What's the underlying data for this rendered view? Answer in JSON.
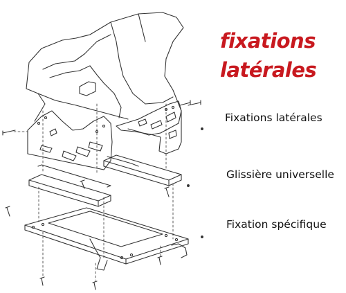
{
  "title": {
    "line1": "fixations",
    "line2": "latérales"
  },
  "labels": [
    "Fixations latérales",
    "Glissière universelle",
    "Fixation spécifique"
  ],
  "colors": {
    "title": "#c8191f",
    "line": "#333333",
    "text": "#111111"
  }
}
